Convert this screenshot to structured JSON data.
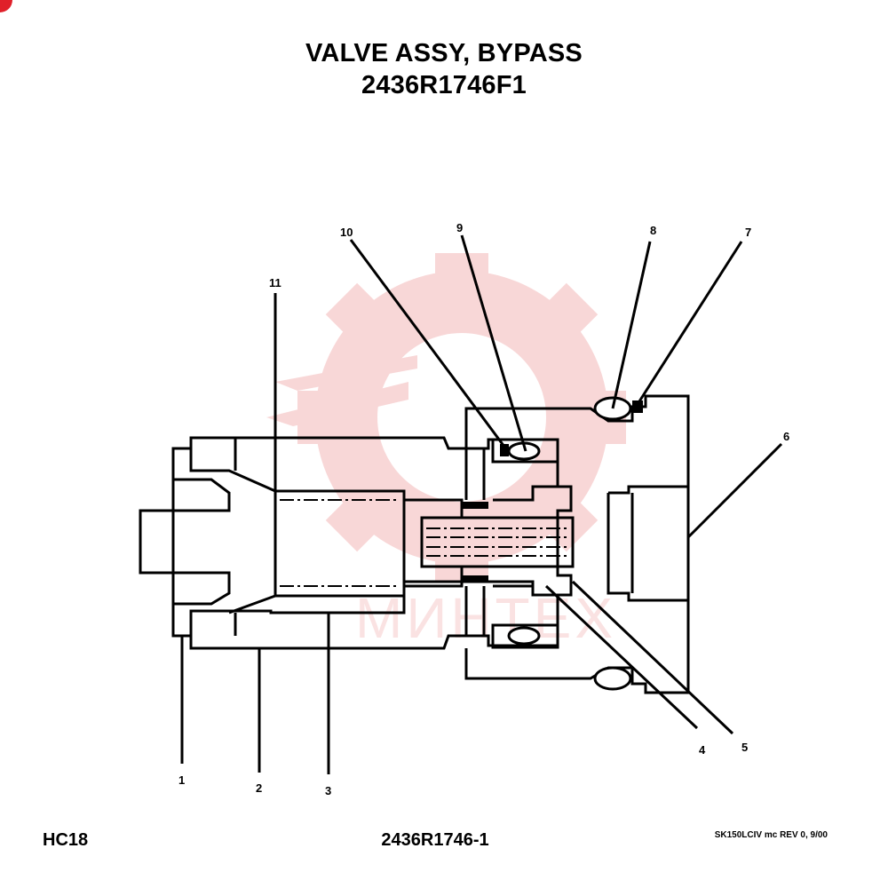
{
  "header": {
    "title": "VALVE ASSY, BYPASS",
    "part_number": "2436R1746F1"
  },
  "footer": {
    "left": "HC18",
    "center": "2436R1746-1",
    "right": "SK150LCIV mc REV 0, 9/00"
  },
  "watermark": {
    "text": "МИНТЕХ",
    "color": "#f4b8b8"
  },
  "callouts": [
    "1",
    "2",
    "3",
    "4",
    "5",
    "6",
    "7",
    "8",
    "9",
    "10",
    "11"
  ],
  "colors": {
    "line": "#000000",
    "accent": "#e0202a"
  }
}
